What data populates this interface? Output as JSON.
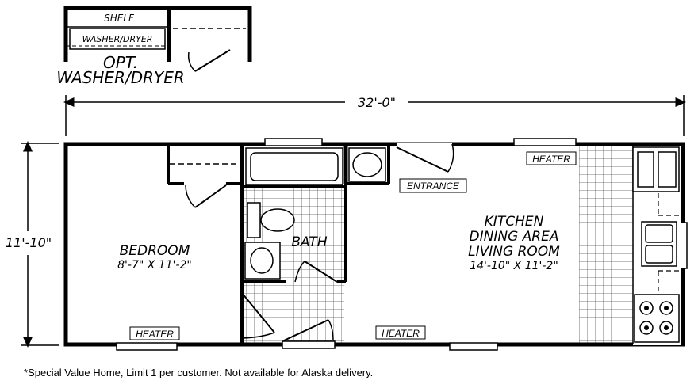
{
  "option_inset": {
    "shelf": "SHELF",
    "washer_dryer": "WASHER/DRYER",
    "title_line1": "OPT.",
    "title_line2": "WASHER/DRYER"
  },
  "dimensions": {
    "width": "32'-0\"",
    "depth": "11'-10\""
  },
  "rooms": {
    "bedroom": {
      "name": "BEDROOM",
      "size": "8'-7\" X 11'-2\""
    },
    "bath": {
      "name": "BATH"
    },
    "main": {
      "line1": "KITCHEN",
      "line2": "DINING AREA",
      "line3": "LIVING ROOM",
      "size": "14'-10\" X 11'-2\""
    }
  },
  "labels": {
    "entrance": "ENTRANCE",
    "heater_top": "HEATER",
    "heater_bedroom": "HEATER",
    "heater_living": "HEATER"
  },
  "footnote": "*Special Value Home, Limit 1 per customer. Not available for Alaska delivery."
}
